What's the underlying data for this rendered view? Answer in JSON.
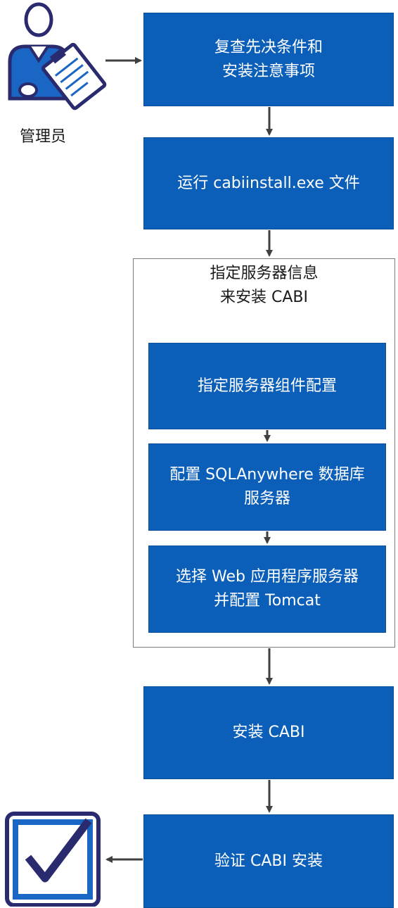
{
  "role": {
    "label": "管理员",
    "icon": "administrator-clipboard-icon"
  },
  "steps": {
    "review": "复查先决条件和\n安装注意事项",
    "run": "运行 cabiinstall.exe 文件",
    "install": "安装 CABI",
    "verify": "验证 CABI 安装"
  },
  "group": {
    "title": "指定服务器信息\n来安装 CABI",
    "substeps": {
      "components": "指定服务器组件配置",
      "sqlanywhere": "配置 SQLAnywhere 数据库\n服务器",
      "tomcat": "选择 Web 应用程序服务器\n并配置 Tomcat"
    }
  },
  "end_icon": "checkbox-complete-icon",
  "colors": {
    "step_fill": "#0b5fb8",
    "icon_purple": "#2a2a6e",
    "icon_blue": "#1a66c4",
    "arrow": "#404040"
  }
}
